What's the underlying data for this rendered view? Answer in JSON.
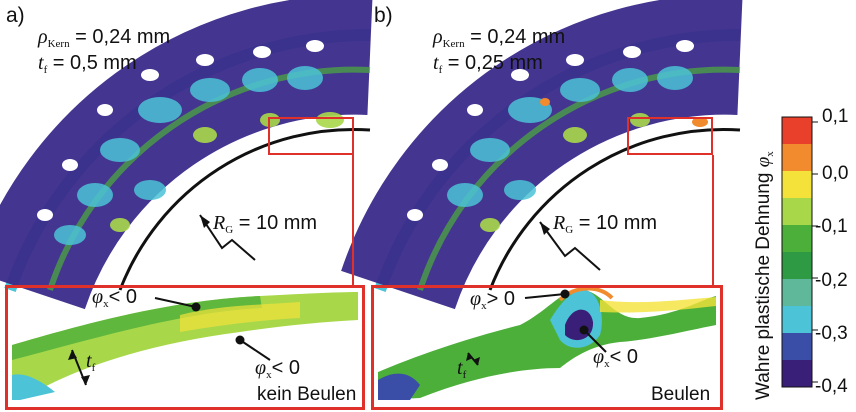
{
  "panel_a": {
    "letter": "a)",
    "rho_symbol": "ρ",
    "rho_sub": "Kern",
    "rho_value": "= 0,24 mm",
    "t_symbol": "t",
    "t_sub": "f",
    "t_value": "= 0,5 mm",
    "r_symbol": "R",
    "r_sub": "G",
    "r_value": "= 10 mm",
    "inset": {
      "phi_top": "φ",
      "phi_top_sub": "x",
      "phi_top_rel": "< 0",
      "phi_bottom": "φ",
      "phi_bottom_sub": "x",
      "phi_bottom_rel": "< 0",
      "tf_symbol": "t",
      "tf_sub": "f",
      "caption": "kein Beulen"
    }
  },
  "panel_b": {
    "letter": "b)",
    "rho_symbol": "ρ",
    "rho_sub": "Kern",
    "rho_value": "= 0,24 mm",
    "t_symbol": "t",
    "t_sub": "f",
    "t_value": "= 0,25 mm",
    "r_symbol": "R",
    "r_sub": "G",
    "r_value": "= 10 mm",
    "inset": {
      "phi_top": "φ",
      "phi_top_sub": "x",
      "phi_top_rel": "> 0",
      "phi_bottom": "φ",
      "phi_bottom_sub": "x",
      "phi_bottom_rel": "< 0",
      "tf_symbol": "t",
      "tf_sub": "f",
      "caption": "Beulen"
    }
  },
  "colorbar": {
    "title": "Wahre plastische Dehnung",
    "title_symbol": "φ",
    "title_sub": "x",
    "ticks": [
      "0,1",
      "0,0",
      "-0,1",
      "-0,2",
      "-0,3",
      "-0,4"
    ],
    "colors": [
      "#e8402a",
      "#f28a2e",
      "#f4e23a",
      "#a8d84a",
      "#4caf3a",
      "#2f9a44",
      "#5fb89a",
      "#4cc3d6",
      "#3a4ea8",
      "#3a1f78"
    ],
    "accent": "#e0302a"
  }
}
